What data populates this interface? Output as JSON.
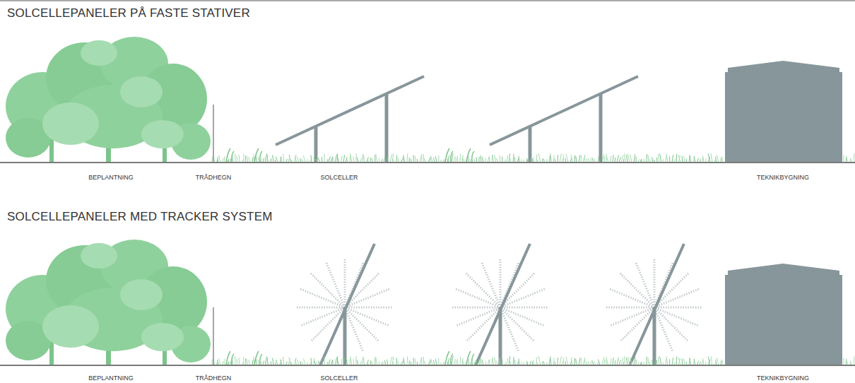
{
  "diagram": {
    "labels": [
      "SOLCELLEPANELER PÅ FASTE STATIVER",
      "BEPLANTNING",
      "TRÅDHEGN",
      "SOLCELLER",
      "TEKNIKBYGNING",
      "SOLCELLEPANELER MED TRACKER SYSTEM",
      "BEPLANTNING",
      "TRÅDHEGN",
      "SOLCELLER",
      "TEKNIKBYGNING"
    ]
  }
}
